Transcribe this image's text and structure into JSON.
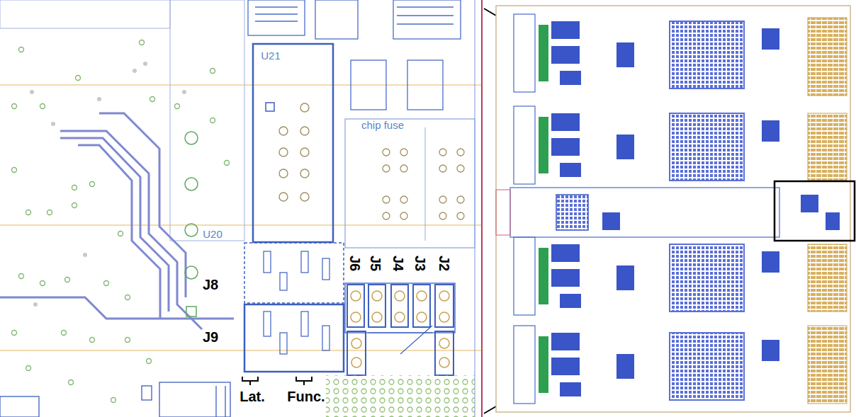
{
  "diagram": {
    "labels": [
      "U21",
      "U20",
      "chip fuse",
      "J8",
      "J9",
      "J6",
      "J5",
      "J4",
      "J3",
      "J2",
      "Lat.",
      "Func."
    ]
  }
}
